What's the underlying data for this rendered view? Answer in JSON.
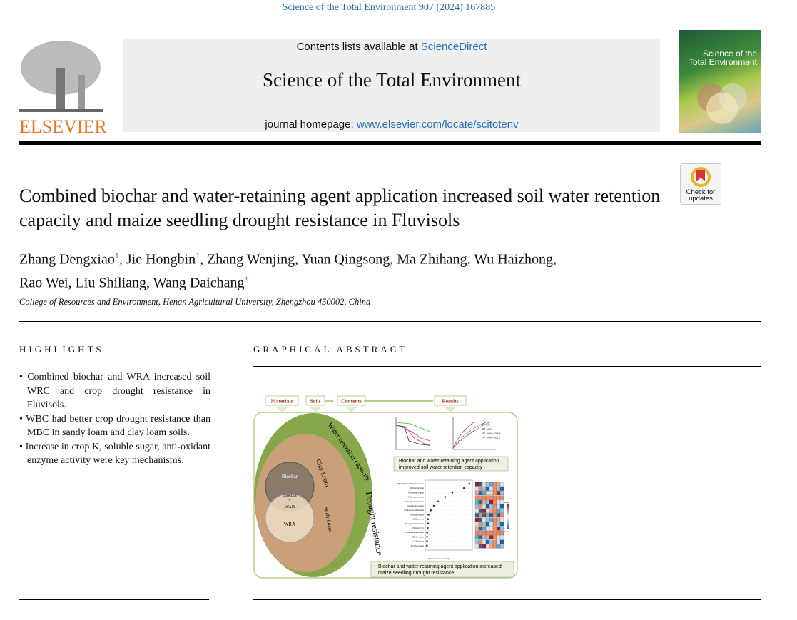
{
  "header": {
    "journal_ref": "Science of the Total Environment 907 (2024) 167885",
    "contents_prefix": "Contents lists available at ",
    "sciencedirect": "ScienceDirect",
    "journal_title": "Science of the Total Environment",
    "homepage_prefix": "journal homepage: ",
    "homepage_link": "www.elsevier.com/locate/scitotenv",
    "publisher": "ELSEVIER",
    "cover_title_1": "Science of the",
    "cover_title_2": "Total Environment",
    "check_updates_1": "Check for",
    "check_updates_2": "updates"
  },
  "article": {
    "title": "Combined biochar and water-retaining agent application increased soil water retention capacity and maize seedling drought resistance in Fluvisols",
    "authors": [
      {
        "name": "Zhang Dengxiao",
        "sup": "1"
      },
      {
        "name": "Jie Hongbin",
        "sup": "1"
      },
      {
        "name": "Zhang Wenjing"
      },
      {
        "name": "Yuan Qingsong"
      },
      {
        "name": "Ma Zhihang"
      },
      {
        "name": "Wu Haizhong"
      },
      {
        "name": "Rao Wei"
      },
      {
        "name": "Liu Shiliang"
      },
      {
        "name": "Wang Daichang",
        "sup": "*"
      }
    ],
    "affiliation": "College of Resources and Environment, Henan Agricultural University, Zhengzhou 450002, China"
  },
  "highlights": {
    "heading": "HIGHLIGHTS",
    "items": [
      "Combined biochar and WRA increased soil WRC and crop drought resistance in Fluvisols.",
      "WBC had better crop drought resistance than MBC in sandy loam and clay loam soils.",
      "Increase in crop K, soluble sugar, anti-oxidant enzyme activity were key mechanisms."
    ]
  },
  "graphical_abstract": {
    "heading": "GRAPHICAL ABSTRACT",
    "steps": [
      "Materials",
      "Soils",
      "Contents",
      "Results"
    ],
    "outer_label_1": "Water retention capacity",
    "outer_label_2": "Drought resistance",
    "clay": "Clay Loam",
    "sandy": "Sandy Loam",
    "biochar": "Biochar",
    "overlap_1": "Biochar",
    "overlap_2": "+",
    "overlap_3": "WAR",
    "wra": "WRA",
    "box1_1": "Biochar and water-retaining agent application",
    "box1_2": "improved soil  water retention capacity",
    "box2_1": "Biochar and water-retaining agent application increased",
    "box2_2": "maize seedling drought resistance",
    "legend": [
      "CK",
      "WBC",
      "WBC+CPAM",
      "WBC+SOSA"
    ],
    "importance_vars": [
      "Hydrophilic hydrophobic ratio",
      "Infiltration time",
      "Potassium content",
      "Soil water content",
      "Aboveground biomass",
      "Phosphorus content",
      "Cumulative infiltration",
      "Nitrogen content",
      "SOD activity",
      "Belowground biomass",
      "POD activity",
      "Soluble sugar content",
      "MDA content",
      "CAT activity",
      "Proline content"
    ],
    "importance_vals": [
      0.095,
      0.083,
      0.057,
      0.041,
      0.025,
      0.016,
      0.009,
      0.004,
      0.003,
      0.003,
      0.002,
      0.001,
      0.001,
      0.0008,
      0.0005
    ],
    "x_axis": "Mean decrease Accuracy",
    "heat_high": "High",
    "heat_low": "Low"
  }
}
